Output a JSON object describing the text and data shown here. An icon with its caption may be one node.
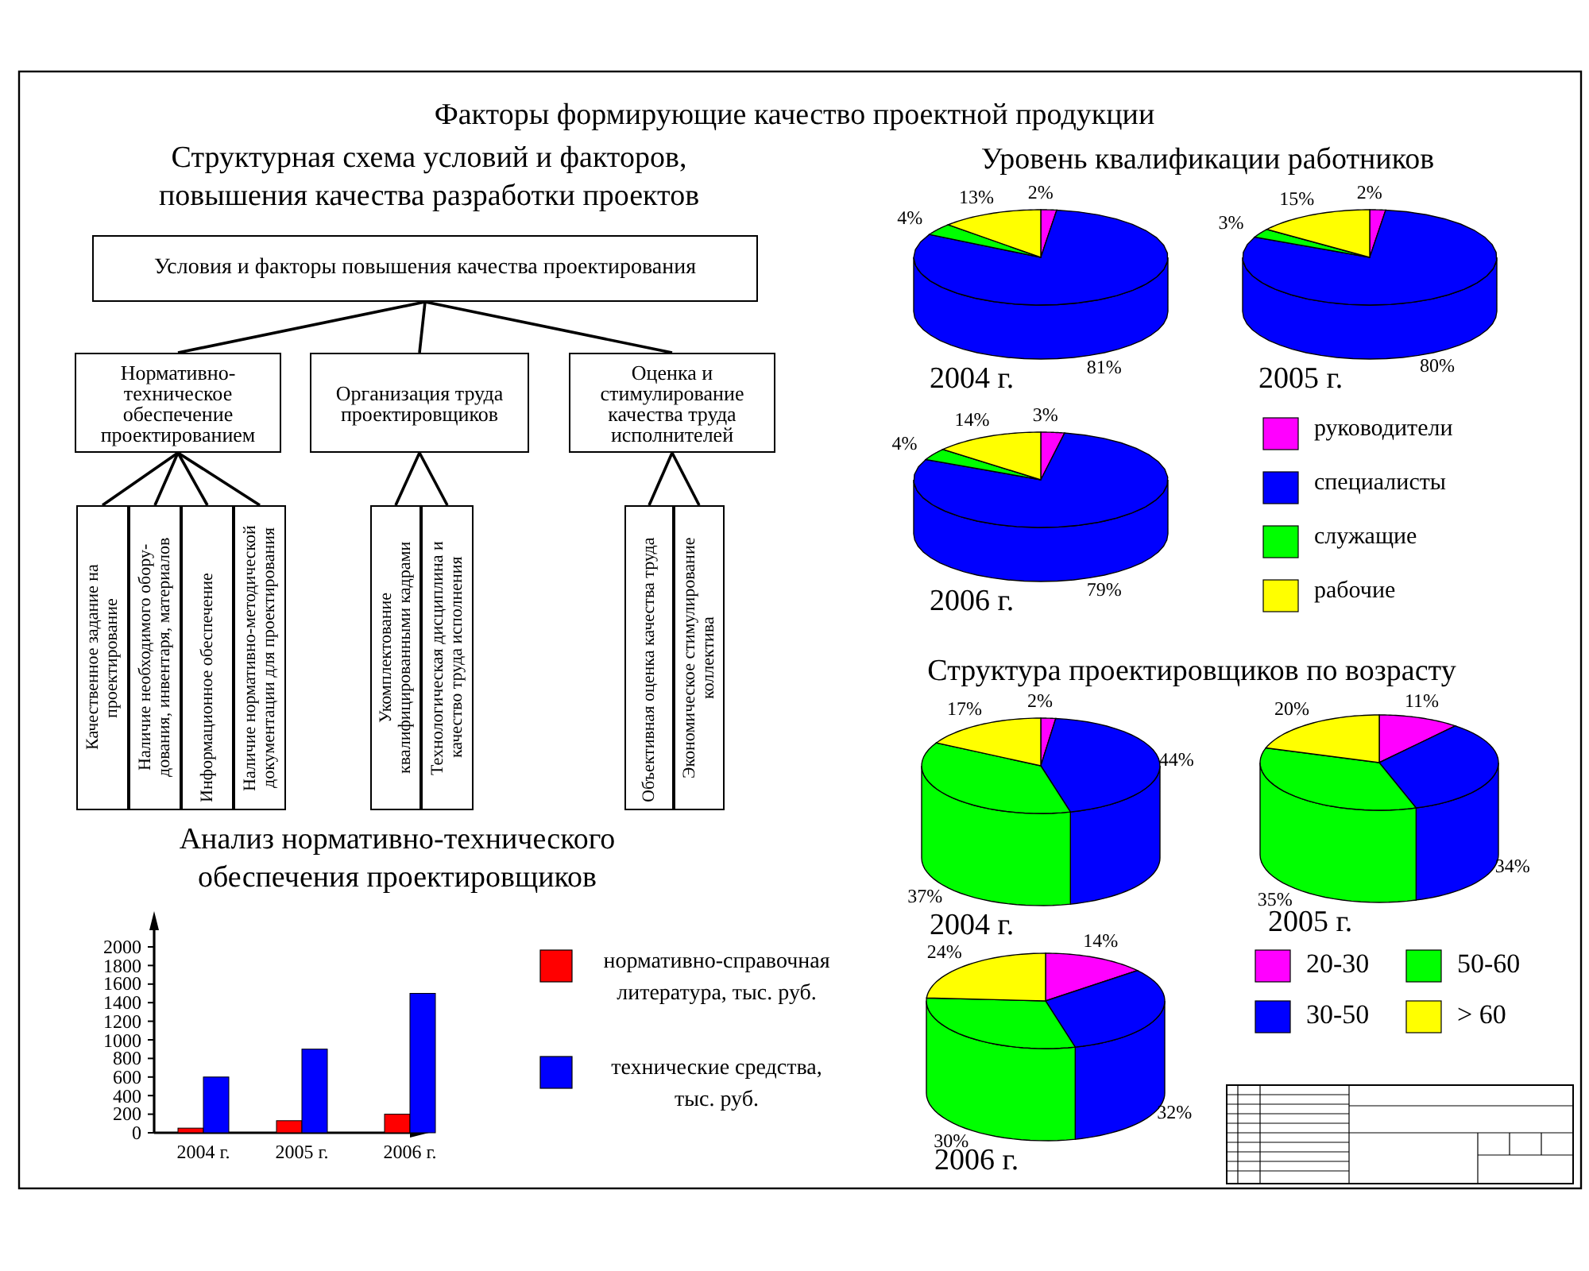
{
  "diagram": {
    "title": "Факторы формирующие качество проектной продукции",
    "nodes": [
      {
        "text": [
          "Условия и факторы повышения качества проектирования"
        ]
      },
      {
        "text": [
          "Нормативно-техническое обеспечение проектированием"
        ]
      },
      {
        "text": [
          "Организация труда проектировщиков"
        ]
      },
      {
        "text": [
          "Оценка и стимулирование качества труда исполнителей"
        ]
      },
      {
        "text": [
          "Качественное задание на проектирование"
        ]
      },
      {
        "text": [
          "Наличие необходимого обору-дования, инвентаря, материалов"
        ]
      },
      {
        "text": [
          "Информационное обеспечение"
        ]
      },
      {
        "text": [
          "Наличие нормативно-методической документации для проектирования"
        ]
      },
      {
        "text": [
          "Укомплектование квалифицированными кадрами"
        ]
      },
      {
        "text": [
          "Технологическая дисциплина и качество труда исполнения"
        ]
      },
      {
        "text": [
          "Объективная оценка качества труда"
        ]
      },
      {
        "text": [
          "Экономическое стимулирование коллектива"
        ]
      }
    ],
    "edges": [
      {
        "from": 0,
        "to": 1,
        "arrow": "none"
      },
      {
        "from": 0,
        "to": 2,
        "arrow": "none"
      },
      {
        "from": 0,
        "to": 3,
        "arrow": "none"
      },
      {
        "from": 1,
        "to": 4,
        "arrow": "none"
      },
      {
        "from": 1,
        "to": 5,
        "arrow": "none"
      },
      {
        "from": 1,
        "to": 6,
        "arrow": "none"
      },
      {
        "from": 1,
        "to": 7,
        "arrow": "none"
      },
      {
        "from": 2,
        "to": 8,
        "arrow": "none"
      },
      {
        "from": 2,
        "to": 9,
        "arrow": "none"
      },
      {
        "from": 3,
        "to": 10,
        "arrow": "none"
      },
      {
        "from": 3,
        "to": 11,
        "arrow": "none"
      }
    ],
    "labels": [
      "Структурная схема условий и факторов, повышения качества разработки проектов",
      "Уровень квалификации работников",
      "4%",
      "13%",
      "2%",
      "81%",
      "2004 г.",
      "3%",
      "15%",
      "2%",
      "80%",
      "2005 г.",
      "4%",
      "14%",
      "3%",
      "79%",
      "2006 г.",
      "Структура проектировщиков по возрасту",
      "17%",
      "2%",
      "44%",
      "37%",
      "2004 г.",
      "20%",
      "11%",
      "34%",
      "35%",
      "2005 г.",
      "24%",
      "14%",
      "32%",
      "30%",
      "2006 г."
    ],
    "legend": [
      {
        "text": "руководители",
        "color": "#ff00ff"
      },
      {
        "text": "специалисты",
        "color": "#0000ff"
      },
      {
        "text": "служащие",
        "color": "#00ff00"
      },
      {
        "text": "рабочие",
        "color": "#ffff00"
      },
      {
        "text": "20-30",
        "color": "#ff00ff"
      },
      {
        "text": "30-50",
        "color": "#0000ff"
      },
      {
        "text": "50-60",
        "color": "#00ff00"
      },
      {
        "text": "> 60",
        "color": "#ffff00"
      }
    ],
    "chart_data": {
      "type": "bar",
      "title": "Анализ нормативно-технического обеспечения проектировщиков",
      "categories": [
        "2004 г.",
        "2005 г.",
        "2006 г."
      ],
      "series": [
        {
          "name": "нормативно-справочная литература, тыс. руб.",
          "color": "#ff0000",
          "values": [
            50,
            130,
            200
          ]
        },
        {
          "name": "технические средства, тыс. руб.",
          "color": "#0000ff",
          "values": [
            600,
            900,
            1500
          ]
        }
      ],
      "legend": "right",
      "ylim": [
        0,
        2350
      ],
      "yticks": [
        0,
        200,
        400,
        600,
        800,
        1000,
        1200,
        1400,
        1600,
        1800,
        2000
      ]
    }
  }
}
